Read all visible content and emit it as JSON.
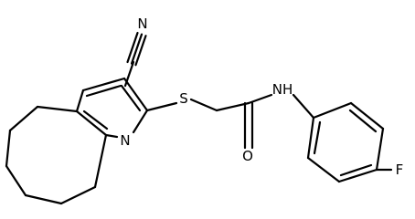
{
  "atoms": {
    "nitrile_n": "N",
    "sulfur": "S",
    "amide_nh": "NH",
    "pyridine_n": "N",
    "carbonyl_o": "O",
    "fluorine": "F"
  }
}
